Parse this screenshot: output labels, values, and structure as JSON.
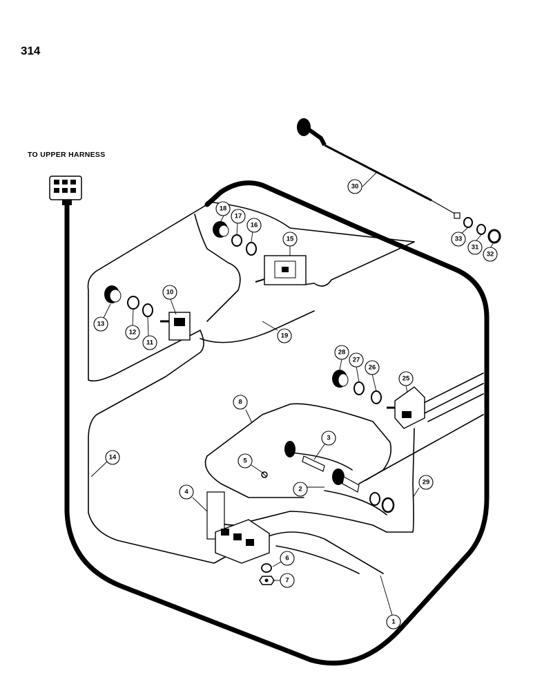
{
  "page": {
    "number": "314"
  },
  "notes": {
    "to_upper_harness": "TO UPPER HARNESS"
  },
  "callouts": [
    {
      "id": "c1",
      "label": "1"
    },
    {
      "id": "c2",
      "label": "2"
    },
    {
      "id": "c3",
      "label": "3"
    },
    {
      "id": "c4",
      "label": "4"
    },
    {
      "id": "c5",
      "label": "5"
    },
    {
      "id": "c6",
      "label": "6"
    },
    {
      "id": "c7",
      "label": "7"
    },
    {
      "id": "c8",
      "label": "8"
    },
    {
      "id": "c10",
      "label": "10"
    },
    {
      "id": "c11",
      "label": "11"
    },
    {
      "id": "c12",
      "label": "12"
    },
    {
      "id": "c13",
      "label": "13"
    },
    {
      "id": "c14",
      "label": "14"
    },
    {
      "id": "c15",
      "label": "15"
    },
    {
      "id": "c16",
      "label": "16"
    },
    {
      "id": "c17",
      "label": "17"
    },
    {
      "id": "c18",
      "label": "18"
    },
    {
      "id": "c19",
      "label": "19"
    },
    {
      "id": "c25",
      "label": "25"
    },
    {
      "id": "c26",
      "label": "26"
    },
    {
      "id": "c27",
      "label": "27"
    },
    {
      "id": "c28",
      "label": "28"
    },
    {
      "id": "c29",
      "label": "29"
    },
    {
      "id": "c30",
      "label": "30"
    },
    {
      "id": "c31",
      "label": "31"
    },
    {
      "id": "c32",
      "label": "32"
    },
    {
      "id": "c33",
      "label": "33"
    }
  ]
}
